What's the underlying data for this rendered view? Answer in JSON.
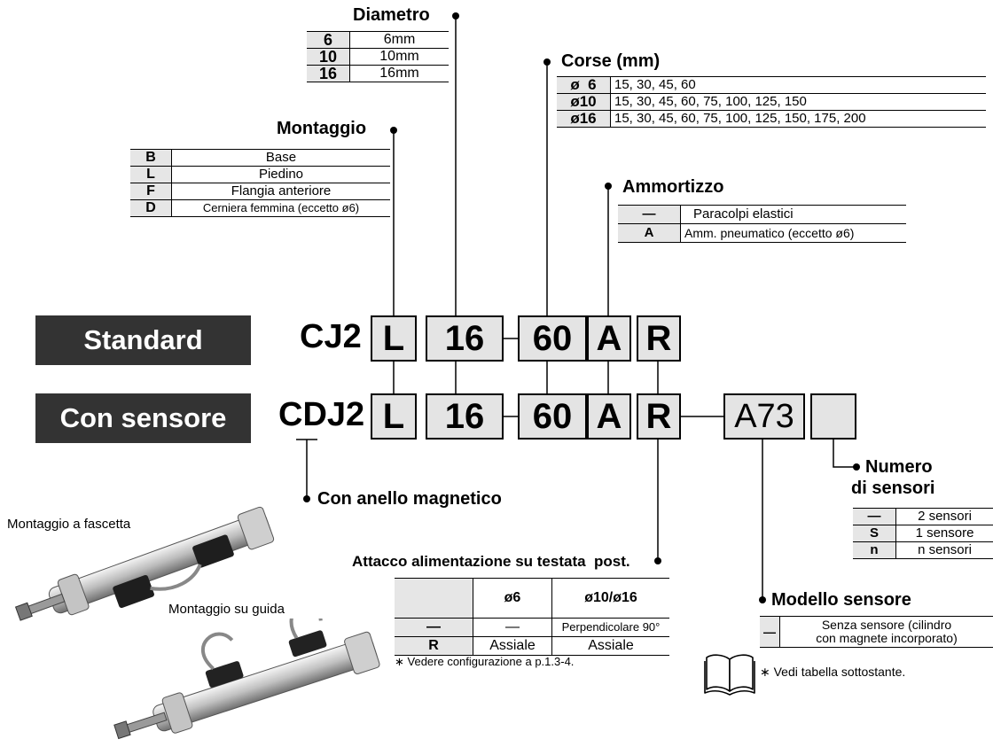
{
  "diametro": {
    "title": "Diametro",
    "rows": [
      {
        "code": "6",
        "desc": "6mm"
      },
      {
        "code": "10",
        "desc": "10mm"
      },
      {
        "code": "16",
        "desc": "16mm"
      }
    ]
  },
  "corse": {
    "title": "Corse  (mm)",
    "rows": [
      {
        "code": "ø  6",
        "desc": "15, 30, 45, 60"
      },
      {
        "code": "ø10",
        "desc": "15, 30, 45, 60, 75, 100, 125, 150"
      },
      {
        "code": "ø16",
        "desc": "15, 30, 45, 60, 75, 100, 125, 150, 175, 200"
      }
    ]
  },
  "montaggio": {
    "title": "Montaggio",
    "rows": [
      {
        "code": "B",
        "desc": "Base"
      },
      {
        "code": "L",
        "desc": "Piedino"
      },
      {
        "code": "F",
        "desc": "Flangia anteriore"
      },
      {
        "code": "D",
        "desc": "Cerniera femmina (eccetto ø6)"
      }
    ]
  },
  "ammortizzo": {
    "title": "Ammortizzo",
    "rows": [
      {
        "code": "—",
        "desc": "Paracolpi elastici"
      },
      {
        "code": "A",
        "desc": "Amm. pneumatico (eccetto ø6)"
      }
    ]
  },
  "labels": {
    "standard": "Standard",
    "con_sensore": "Con sensore"
  },
  "code_std": {
    "prefix": "CJ2",
    "mount": "L",
    "bore": "16",
    "stroke": "60",
    "cushion": "A",
    "port": "R"
  },
  "code_sens": {
    "prefix": "CDJ2",
    "mount": "L",
    "bore": "16",
    "stroke": "60",
    "cushion": "A",
    "port": "R",
    "sensor": "A73",
    "qty": ""
  },
  "magnet": {
    "title": "Con anello magnetico"
  },
  "numero": {
    "title1": "Numero",
    "title2": "di sensori",
    "rows": [
      {
        "code": "—",
        "desc": "2 sensori"
      },
      {
        "code": "S",
        "desc": "1 sensore"
      },
      {
        "code": "n",
        "desc": "n sensori"
      }
    ]
  },
  "attacco": {
    "title": "Attacco alimentazione su testata  post.",
    "headers": [
      "",
      "ø6",
      "ø10/ø16"
    ],
    "rows": [
      [
        "—",
        "—",
        "Perpendicolare 90°"
      ],
      [
        "R",
        "Assiale",
        "Assiale"
      ]
    ],
    "note": "∗ Vedere configurazione a p.1.3-4."
  },
  "modello": {
    "title": "Modello sensore",
    "rows": [
      {
        "code": "—",
        "desc_line1": "Senza sensore (cilindro",
        "desc_line2": "con magnete incorporato)"
      }
    ],
    "note": "∗ Vedi tabella sottostante."
  },
  "photos": {
    "label1": "Montaggio a fascetta",
    "label2": "Montaggio su guida"
  }
}
